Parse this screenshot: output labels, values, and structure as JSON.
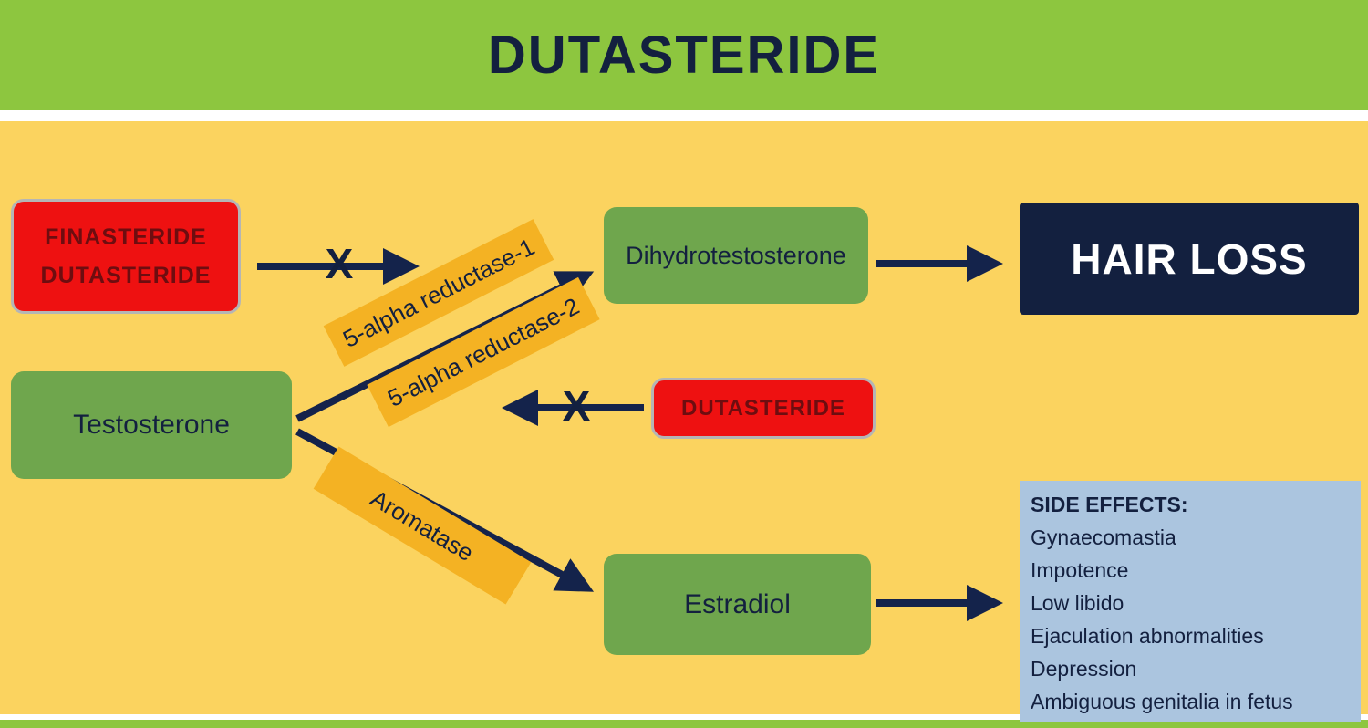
{
  "title": "DUTASTERIDE",
  "nodes": {
    "inhibitor_top_line1": "FINASTERIDE",
    "inhibitor_top_line2": "DUTASTERIDE",
    "testosterone": "Testosterone",
    "dihydrotestosterone": "Dihydrotestosterone",
    "hair_loss": "HAIR LOSS",
    "dutasteride_inhibitor": "DUTASTERIDE",
    "estradiol": "Estradiol"
  },
  "enzymes": {
    "reductase1": "5-alpha reductase-1",
    "reductase2": "5-alpha reductase-2",
    "aromatase": "Aromatase"
  },
  "marks": {
    "block_x_top": "X",
    "block_x_mid": "X"
  },
  "side_effects": {
    "heading": "SIDE EFFECTS:",
    "items": [
      "Gynaecomastia",
      "Impotence",
      "Low libido",
      "Ejaculation abnormalities",
      "Depression",
      "Ambiguous genitalia in fetus"
    ]
  },
  "colors": {
    "banner": "#8dc63f",
    "body": "#fbd35f",
    "green_box": "#6fa64d",
    "red_box": "#ee1111",
    "red_text": "#6e0d10",
    "navy": "#13203f",
    "blue_box": "#abc5df",
    "enzyme_label": "#f4b223",
    "arrow": "#14234b"
  }
}
